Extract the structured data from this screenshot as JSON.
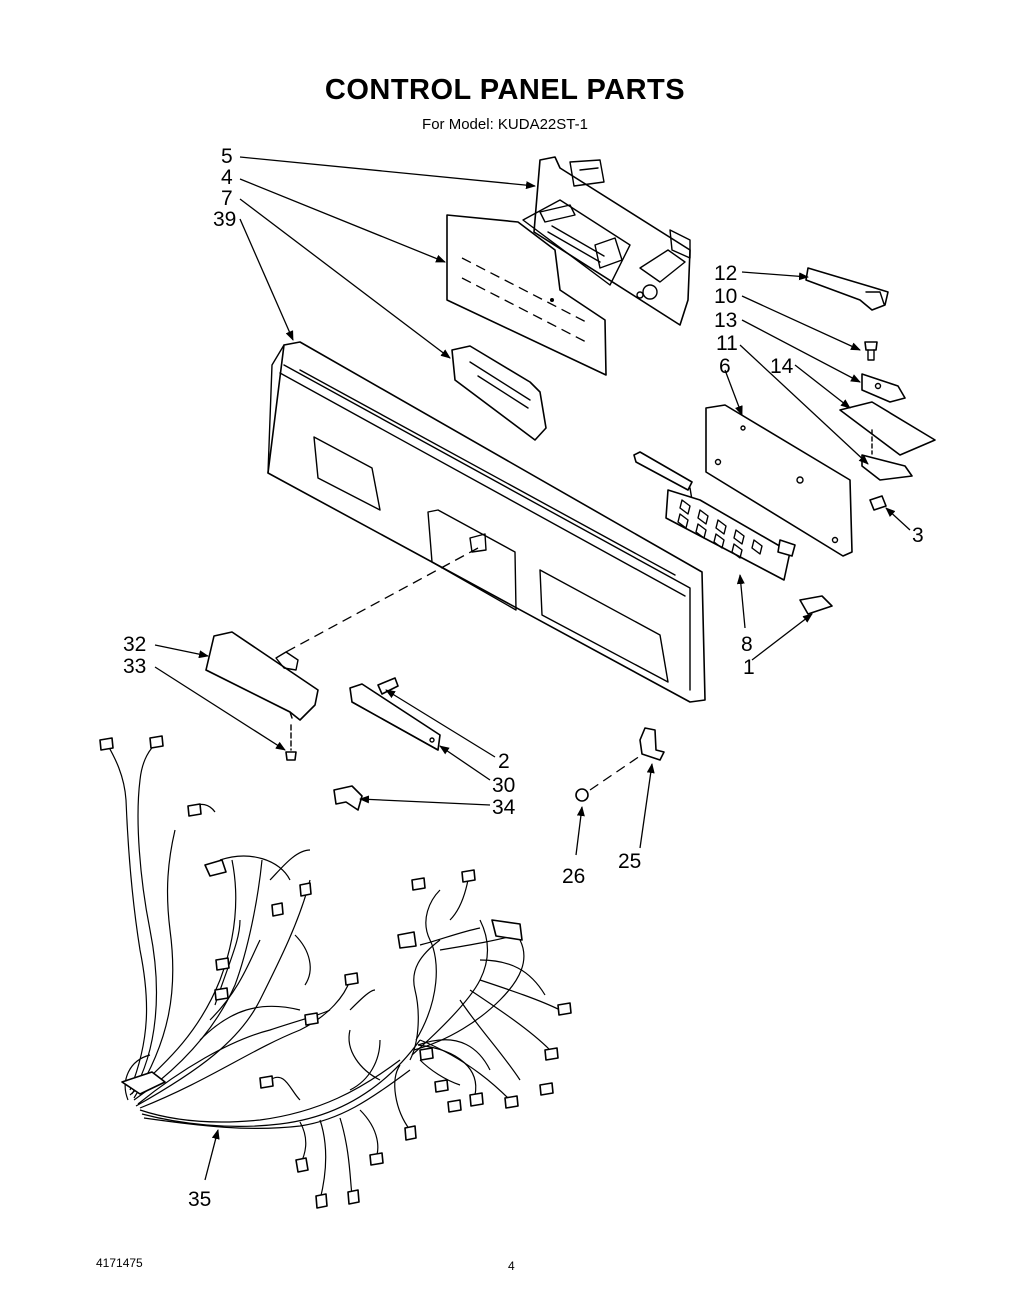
{
  "title": "CONTROL PANEL PARTS",
  "subtitle": "For Model: KUDA22ST-1",
  "doc_number": "4171475",
  "page_number": "4",
  "callouts": [
    {
      "id": "c5",
      "label": "5"
    },
    {
      "id": "c4",
      "label": "4"
    },
    {
      "id": "c7",
      "label": "7"
    },
    {
      "id": "c39",
      "label": "39"
    },
    {
      "id": "c12",
      "label": "12"
    },
    {
      "id": "c10",
      "label": "10"
    },
    {
      "id": "c13",
      "label": "13"
    },
    {
      "id": "c11",
      "label": "11"
    },
    {
      "id": "c14",
      "label": "14"
    },
    {
      "id": "c6",
      "label": "6"
    },
    {
      "id": "c3",
      "label": "3"
    },
    {
      "id": "c8",
      "label": "8"
    },
    {
      "id": "c1",
      "label": "1"
    },
    {
      "id": "c32",
      "label": "32"
    },
    {
      "id": "c33",
      "label": "33"
    },
    {
      "id": "c2",
      "label": "2"
    },
    {
      "id": "c30",
      "label": "30"
    },
    {
      "id": "c34",
      "label": "34"
    },
    {
      "id": "c26",
      "label": "26"
    },
    {
      "id": "c25",
      "label": "25"
    },
    {
      "id": "c35",
      "label": "35"
    }
  ]
}
